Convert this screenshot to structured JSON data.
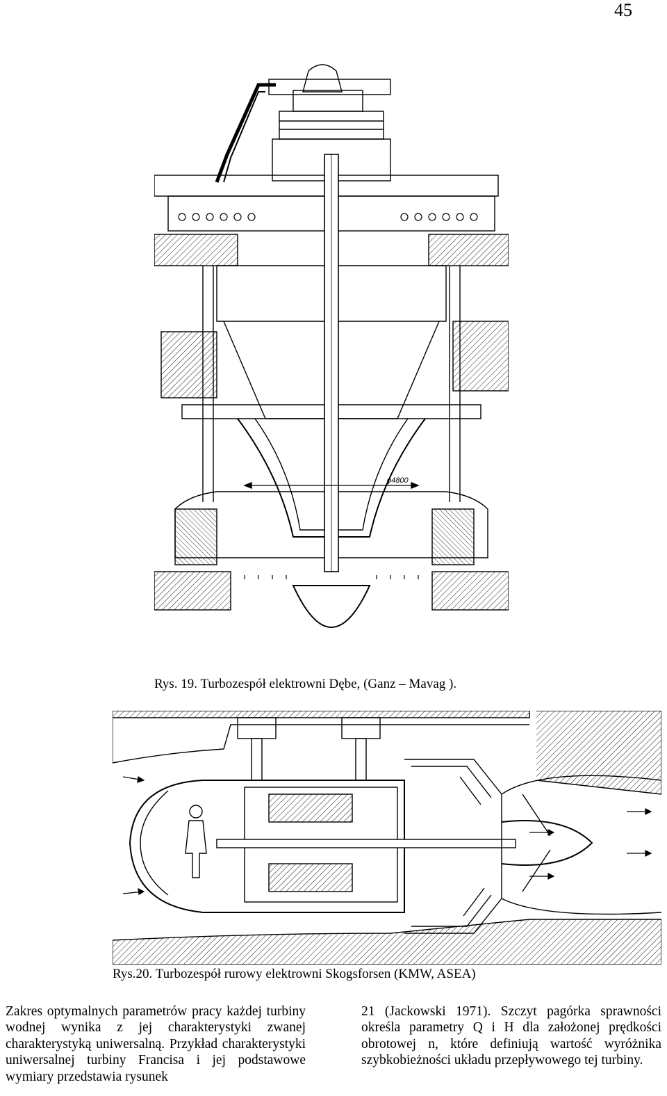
{
  "page": {
    "number": "45"
  },
  "figures": [
    {
      "id": "fig19",
      "caption": "Rys. 19. Turbozespół elektrowni Dębe, (Ganz – Mavag ).",
      "drawing_label": "ϕ4800"
    },
    {
      "id": "fig20",
      "caption": "Rys.20. Turbozespół  rurowy  elektrowni Skogsforsen (KMW, ASEA)"
    }
  ],
  "body": {
    "left_column": "Zakres optymalnych parametrów pracy każdej turbiny wodnej wynika z jej charakterystyki zwanej charakterystyką uniwersalną. Przykład charakterystyki uniwersalnej turbiny Francisa i jej podstawowe wymiary przedstawia rysunek",
    "right_column": "21 (Jackowski 1971). Szczyt pagórka sprawności określa parametry Q i H dla założonej prędkości obrotowej n, które definiują wartość wyróżnika szybkobieżności układu przepływowego tej turbiny."
  }
}
